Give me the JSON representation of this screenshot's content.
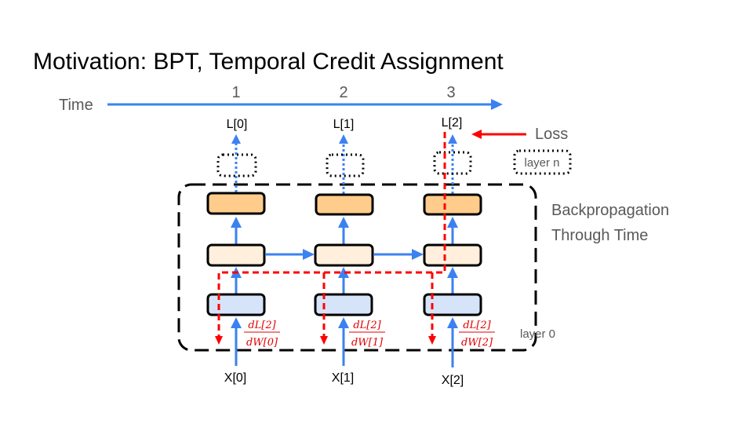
{
  "title": "Motivation: BPT, Temporal Credit Assignment",
  "time_axis": {
    "label": "Time",
    "ticks": [
      "1",
      "2",
      "3"
    ]
  },
  "columns": [
    {
      "loss_label": "L[0]",
      "input_label": "X[0]",
      "gradient_num": "dL[2]",
      "gradient_den": "dW[0]"
    },
    {
      "loss_label": "L[1]",
      "input_label": "X[1]",
      "gradient_num": "dL[2]",
      "gradient_den": "dW[1]"
    },
    {
      "loss_label": "L[2]",
      "input_label": "X[2]",
      "gradient_num": "dL[2]",
      "gradient_den": "dW[2]"
    }
  ],
  "annotations": {
    "loss": "Loss",
    "layer_n": "layer n",
    "layer_0": "layer 0",
    "bptt_line1": "Backpropagation",
    "bptt_line2": "Through Time"
  },
  "colors": {
    "forward_arrow": "#3b82f0",
    "backward_arrow": "#ff0000",
    "top_layer": "#ffcc8c",
    "mid_layer": "#ffefdc",
    "bottom_layer": "#d6e4fa"
  }
}
